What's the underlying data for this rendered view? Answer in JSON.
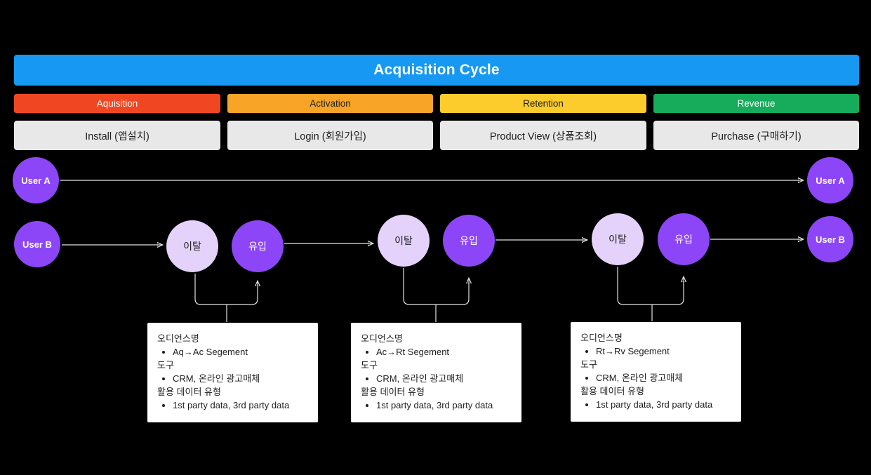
{
  "title": "Acquisition Cycle",
  "stages": [
    {
      "label": "Aquisition",
      "step": "Install (앱설치)",
      "color": "#F04722",
      "label_color": "#FFFFFF"
    },
    {
      "label": "Activation",
      "step": "Login (회원가입)",
      "color": "#F7A427",
      "label_color": "#1E1E1E"
    },
    {
      "label": "Retention",
      "step": "Product View (상품조회)",
      "color": "#FBCC2C",
      "label_color": "#1E1E1E"
    },
    {
      "label": "Revenue",
      "step": "Purchase (구매하기)",
      "color": "#17AC5C",
      "label_color": "#FFFFFF"
    }
  ],
  "flow": {
    "user_a": "User A",
    "user_b": "User B",
    "churn_label": "이탈",
    "inflow_label": "유입"
  },
  "audience_boxes": [
    {
      "audience_title": "오디언스명",
      "audience_value": "Aq→Ac Segement",
      "tools_title": "도구",
      "tools_value": "CRM, 온라인 광고매체",
      "data_title": "활용 데이터 유형",
      "data_value": "1st party data, 3rd party data"
    },
    {
      "audience_title": "오디언스명",
      "audience_value": "Ac→Rt Segement",
      "tools_title": "도구",
      "tools_value": "CRM, 온라인 광고매체",
      "data_title": "활용 데이터 유형",
      "data_value": "1st party data, 3rd party data"
    },
    {
      "audience_title": "오디언스명",
      "audience_value": "Rt→Rv Segement",
      "tools_title": "도구",
      "tools_value": "CRM, 온라인 광고매체",
      "data_title": "활용 데이터 유형",
      "data_value": "1st party data, 3rd party data"
    }
  ],
  "colors": {
    "background": "#000000",
    "header_bar": "#1798F2",
    "aquisition_bar": "#F04722",
    "activation_bar": "#F7A427",
    "retention_bar": "#FBCC2C",
    "revenue_bar": "#17AC5C",
    "step_bar": "#E8E8E8",
    "user_circle": "#8D46F7",
    "inflow_circle": "#8D46F7",
    "churn_circle": "#E4D2FA",
    "connector_line": "#E3E3E3",
    "box_background": "#FFFFFF"
  }
}
